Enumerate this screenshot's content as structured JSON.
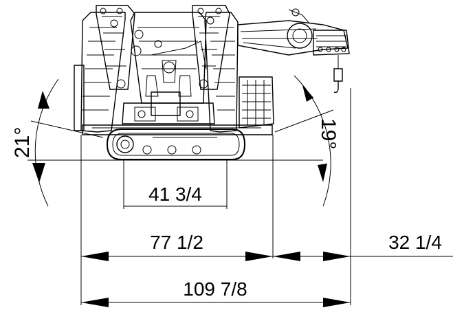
{
  "dimensions": {
    "track_width": "41 3/4",
    "base_width": "77 1/2",
    "boom_overhang": "32 1/4",
    "overall_width": "109 7/8"
  },
  "angles": {
    "left_tilt": "21°",
    "right_tilt": "19°"
  }
}
